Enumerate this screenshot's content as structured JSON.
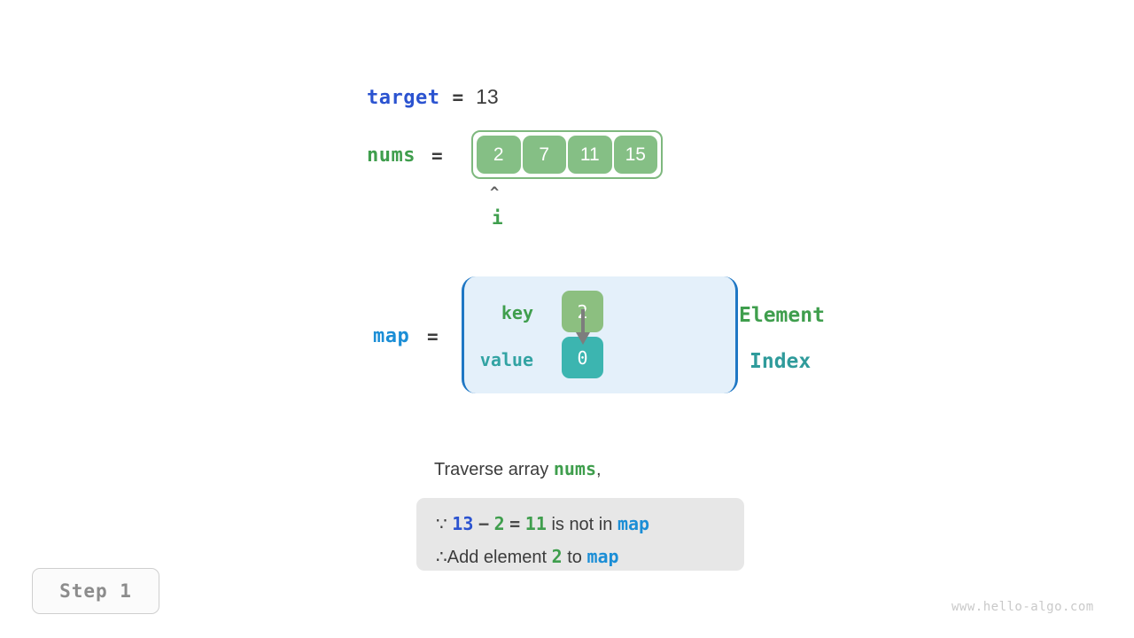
{
  "colors": {
    "target_blue": "#2b53d0",
    "nums_green": "#3f9e4d",
    "map_blue": "#1b8ed6",
    "value_teal": "#32a3a3",
    "array_cell": "#85bf85",
    "key_cell": "#8cbf80",
    "value_cell": "#3cb5b0",
    "map_box_fill": "#e4f0fa",
    "map_box_stroke": "#1f77c4",
    "note_box_fill": "#e7e7e7",
    "text_dark": "#3c3c3c",
    "watermark_gray": "#c9c9c9"
  },
  "target": {
    "name": "target",
    "equals": "=",
    "value": "13"
  },
  "nums": {
    "name": "nums",
    "equals": "=",
    "cells": [
      "2",
      "7",
      "11",
      "15"
    ],
    "pointer": {
      "caret": "^",
      "label": "i",
      "index": 0
    }
  },
  "map": {
    "name": "map",
    "equals": "=",
    "key_label": "key",
    "value_label": "value",
    "key_cell": "2",
    "value_cell": "0",
    "side_labels": {
      "element": "Element",
      "index": "Index"
    }
  },
  "explanation": {
    "traverse_prefix": "Traverse array ",
    "traverse_var": "nums",
    "traverse_suffix": ",",
    "line1": {
      "because_symbol": "∵",
      "target": "13",
      "minus": "−",
      "element": "2",
      "equals": "=",
      "result": "11",
      "text": "is not in",
      "map": "map"
    },
    "line2": {
      "therefore_symbol": "∴",
      "text_prefix": "Add element ",
      "element": "2",
      "text_mid": " to ",
      "map": "map"
    }
  },
  "step": {
    "label": "Step 1"
  },
  "watermark": {
    "text": "www.hello-algo.com"
  }
}
